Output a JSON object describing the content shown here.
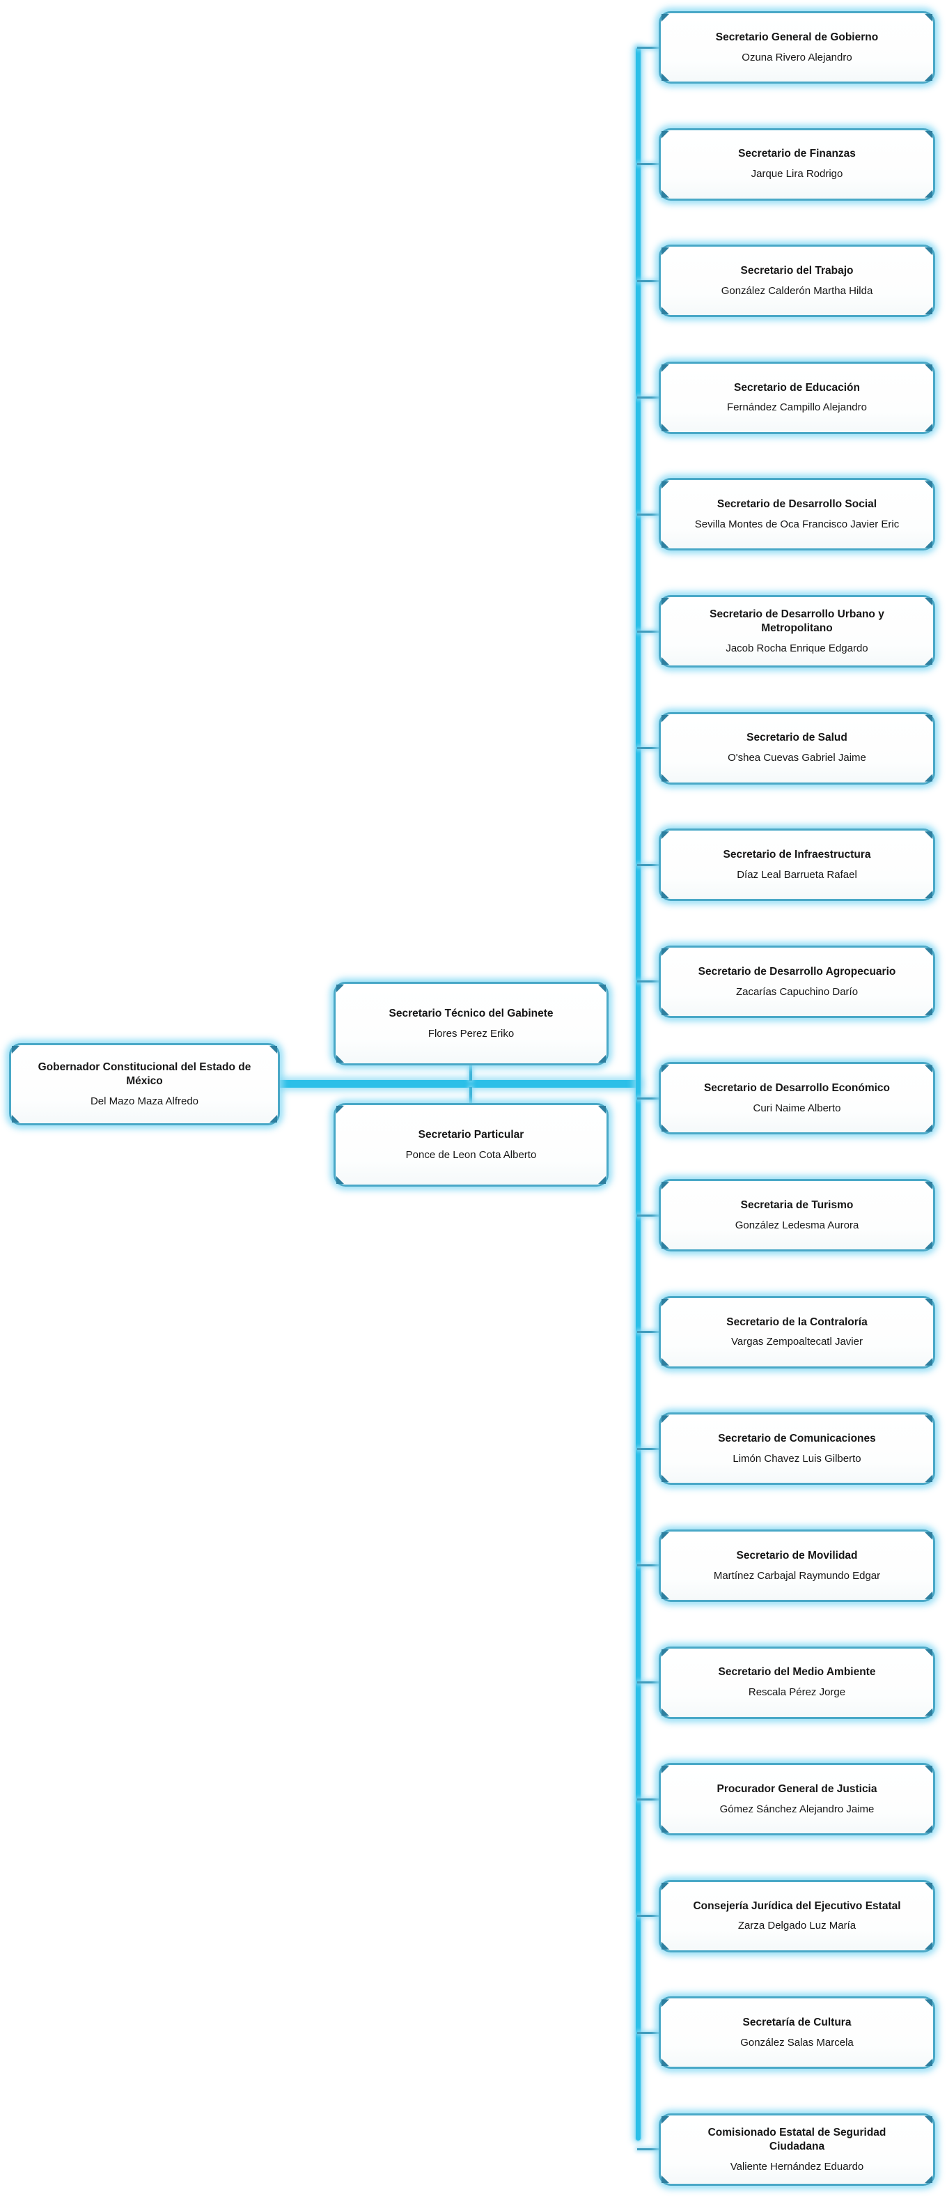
{
  "diagram": {
    "type": "org-chart",
    "background": "#ffffff",
    "colors": {
      "box_border": "#49a8c7",
      "corner_accent": "#2e7f9f",
      "glow": "#8cdbf4",
      "connector_main": "#2bbfe8",
      "connector_branch": "#3f9cbd",
      "text": "#161616"
    }
  },
  "org": {
    "governor": {
      "title": "Gobernador Constitucional del Estado de México",
      "name": "Del Mazo Maza Alfredo"
    },
    "staff": [
      {
        "title": "Secretario Técnico del Gabinete",
        "name": "Flores Perez Eriko"
      },
      {
        "title": "Secretario Particular",
        "name": "Ponce de Leon Cota Alberto"
      }
    ],
    "secretaries": [
      {
        "title": "Secretario General de Gobierno",
        "name": "Ozuna Rivero Alejandro"
      },
      {
        "title": "Secretario de Finanzas",
        "name": "Jarque Lira Rodrigo"
      },
      {
        "title": "Secretario del Trabajo",
        "name": "González Calderón Martha Hilda"
      },
      {
        "title": "Secretario de Educación",
        "name": "Fernández Campillo Alejandro"
      },
      {
        "title": "Secretario de Desarrollo Social",
        "name": "Sevilla Montes de Oca Francisco Javier Eric"
      },
      {
        "title": "Secretario de Desarrollo Urbano y Metropolitano",
        "name": "Jacob Rocha Enrique Edgardo"
      },
      {
        "title": "Secretario de Salud",
        "name": "O'shea Cuevas Gabriel Jaime"
      },
      {
        "title": "Secretario de Infraestructura",
        "name": "Díaz Leal Barrueta Rafael"
      },
      {
        "title": "Secretario de Desarrollo Agropecuario",
        "name": "Zacarías Capuchino Darío"
      },
      {
        "title": "Secretario de Desarrollo Económico",
        "name": "Curi Naime Alberto"
      },
      {
        "title": "Secretaria de Turismo",
        "name": "González Ledesma Aurora"
      },
      {
        "title": "Secretario de la Contraloría",
        "name": "Vargas Zempoaltecatl Javier"
      },
      {
        "title": "Secretario de Comunicaciones",
        "name": "Limón Chavez Luis Gilberto"
      },
      {
        "title": "Secretario de Movilidad",
        "name": "Martínez Carbajal Raymundo Edgar"
      },
      {
        "title": "Secretario del Medio Ambiente",
        "name": "Rescala Pérez Jorge"
      },
      {
        "title": "Procurador General de Justicia",
        "name": "Gómez Sánchez Alejandro Jaime"
      },
      {
        "title": "Consejería Jurídica del Ejecutivo Estatal",
        "name": "Zarza Delgado Luz María"
      },
      {
        "title": "Secretaría de Cultura",
        "name": "González Salas Marcela"
      },
      {
        "title": "Comisionado Estatal de Seguridad Ciudadana",
        "name": "Valiente Hernández Eduardo"
      }
    ]
  }
}
